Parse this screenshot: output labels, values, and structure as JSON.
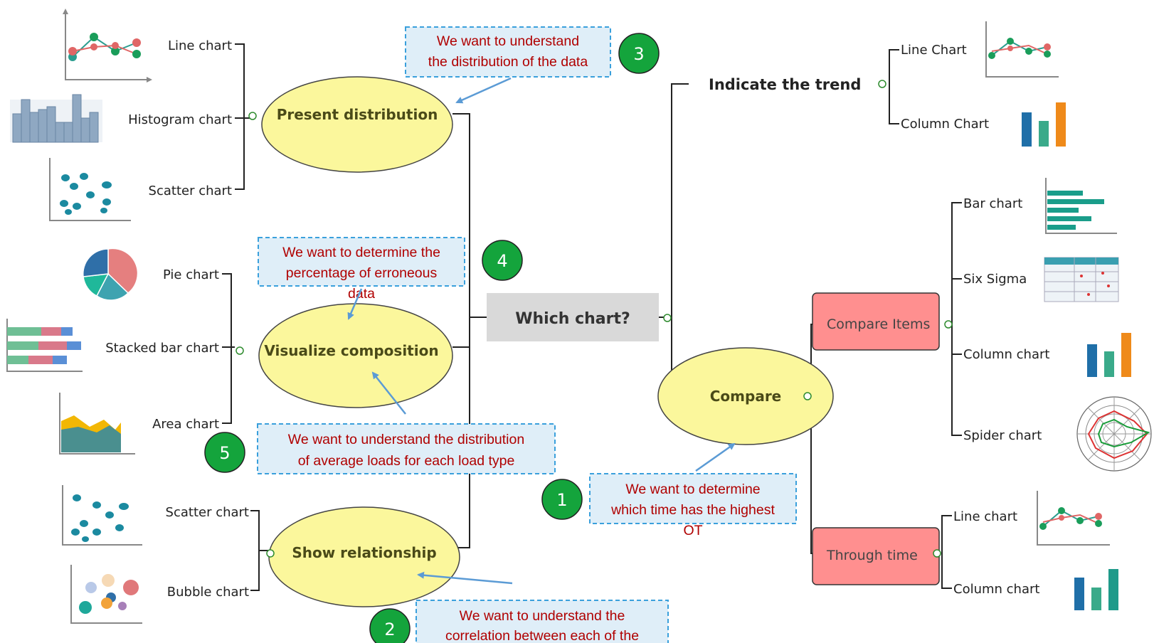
{
  "center": {
    "label": "Which chart?"
  },
  "branches": {
    "distribution": {
      "label": "Present distribution",
      "leaves": [
        "Line chart",
        "Histogram chart",
        "Scatter chart"
      ]
    },
    "composition": {
      "label": "Visualize composition",
      "leaves": [
        "Pie chart",
        "Stacked bar chart",
        "Area chart"
      ]
    },
    "relationship": {
      "label": "Show relationship",
      "leaves": [
        "Scatter chart",
        "Bubble chart"
      ]
    },
    "trend": {
      "label": "Indicate the trend",
      "leaves": [
        "Line Chart",
        "Column Chart"
      ]
    },
    "compare": {
      "label": "Compare",
      "items": {
        "label": "Compare Items",
        "leaves": [
          "Bar chart",
          "Six Sigma",
          "Column chart",
          "Spider chart"
        ]
      },
      "time": {
        "label": "Through time",
        "leaves": [
          "Line chart",
          "Column chart"
        ]
      }
    }
  },
  "notes": {
    "n1": {
      "badge": "1",
      "lines": [
        "We want to determine",
        "which time has the highest",
        "OT"
      ]
    },
    "n2": {
      "badge": "2",
      "lines": [
        "We want to understand the",
        "correlation between each of the"
      ]
    },
    "n3": {
      "badge": "3",
      "lines": [
        "We want to understand",
        "the distribution of the data"
      ]
    },
    "n4": {
      "badge": "4",
      "lines": [
        "We want to determine the",
        "percentage of erroneous",
        "data"
      ]
    },
    "n5": {
      "badge": "5",
      "lines": [
        "We want to understand the distribution",
        "of average loads for each load type"
      ]
    }
  },
  "colors": {
    "ellipse_fill": "#fbf79c",
    "compare_box_fill": "#ff8f8f",
    "center_fill": "#d9d9d9",
    "note_fill": "#dfeef8",
    "note_border": "#3aa0dc",
    "note_text": "#b00000",
    "badge_fill": "#14a43c",
    "arrow": "#5b9bd5",
    "teal": "#2a9d8f",
    "red": "#e06666"
  }
}
